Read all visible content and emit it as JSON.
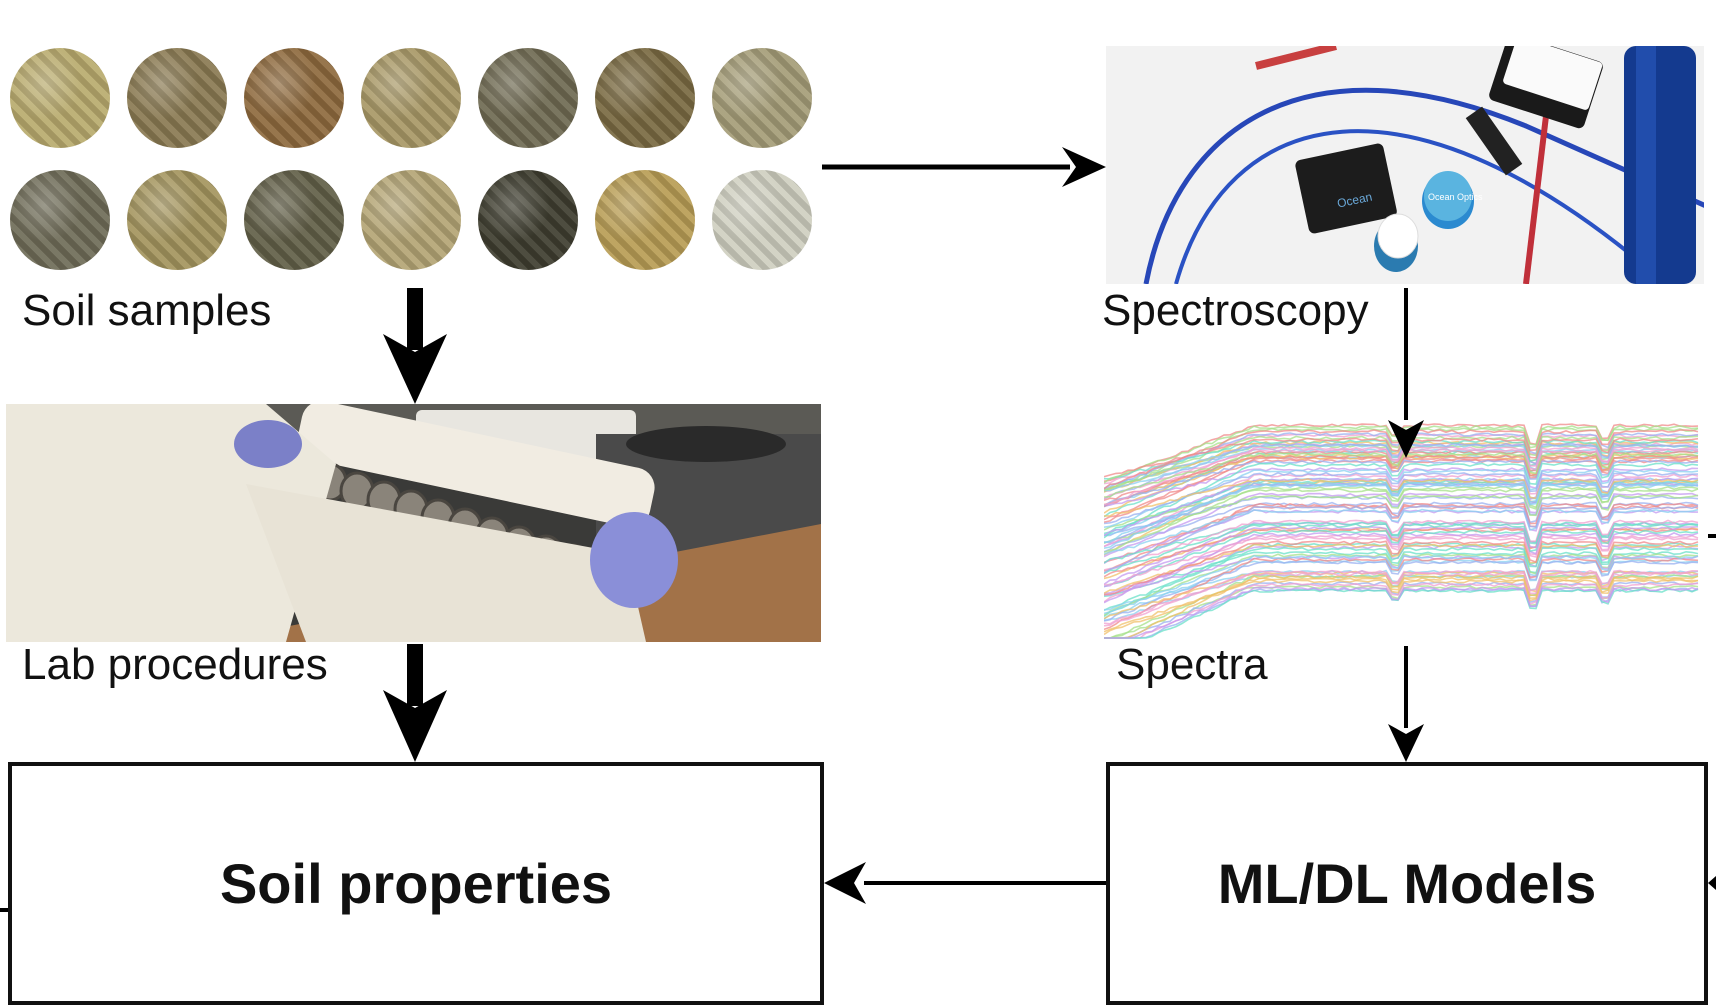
{
  "labels": {
    "soil_samples": "Soil samples",
    "spectroscopy": "Spectroscopy",
    "lab_procedures": "Lab procedures",
    "spectra": "Spectra"
  },
  "boxes": {
    "soil_properties": "Soil properties",
    "ml_dl_models": "ML/DL Models"
  },
  "soil_sample_colors": [
    "#b9ab6e",
    "#8a7a52",
    "#8e6a3e",
    "#a89866",
    "#6f6a52",
    "#7a6a42",
    "#a59d78",
    "#6f6c58",
    "#a4955e",
    "#625f48",
    "#b4a575",
    "#3f3e30",
    "#b89d55",
    "#cfcfc0"
  ],
  "spectroscopy_device_texts": [
    "Ocean",
    "Ocean Optics"
  ],
  "spectrum_line_colors": [
    "#f08a8a",
    "#8ad0f0",
    "#a6e08a",
    "#f0c06a",
    "#c49af0",
    "#6ae0c8",
    "#f0a0d0",
    "#9ab0f0"
  ]
}
